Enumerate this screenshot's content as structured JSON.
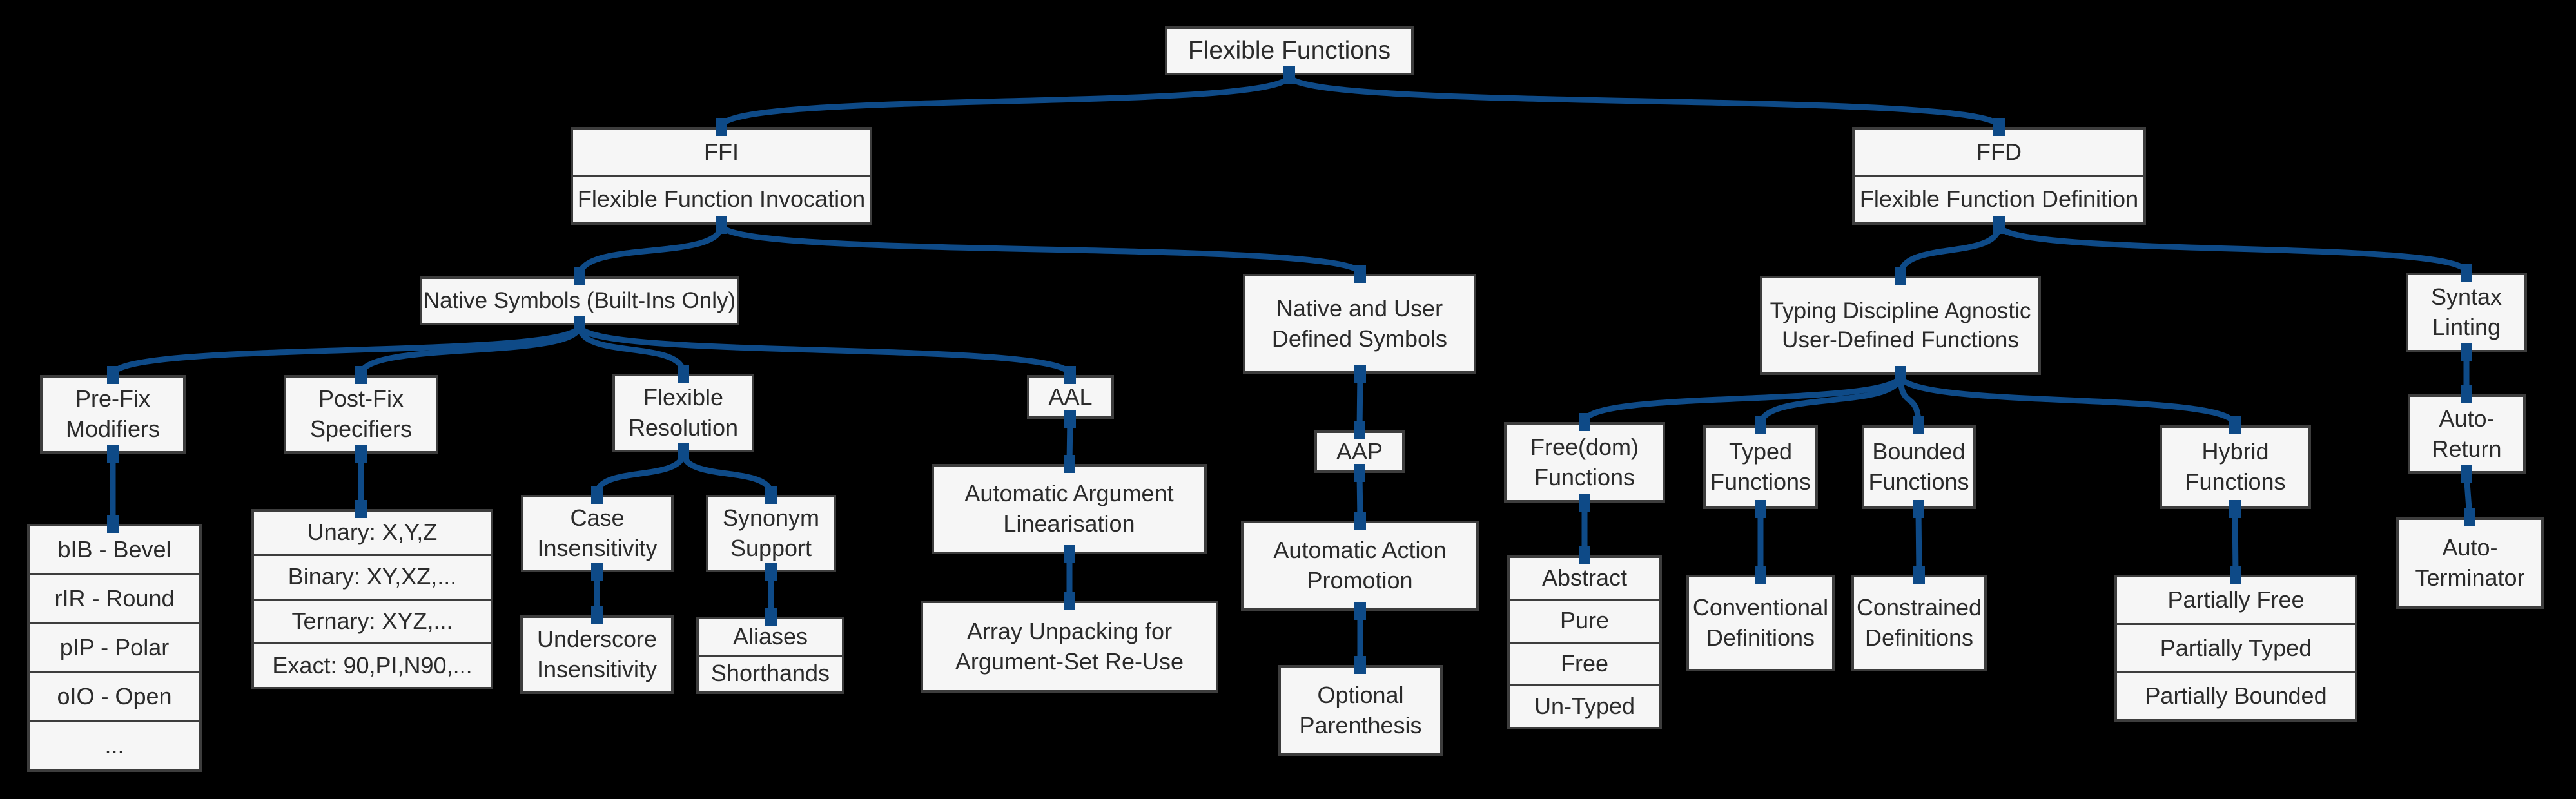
{
  "diagram": {
    "colors": {
      "background": "#000000",
      "edge": "#0e4a87",
      "node_fill": "#f6f6f6",
      "node_border": "#3d3d3d",
      "text": "#2b2b2b"
    },
    "nodes": {
      "root": {
        "label": "Flexible Functions"
      },
      "ffi": {
        "abbr": "FFI",
        "label": "Flexible Function Invocation"
      },
      "ffd": {
        "abbr": "FFD",
        "label": "Flexible Function Definition"
      },
      "native_symbols": {
        "label": "Native Symbols (Built-Ins Only)"
      },
      "native_user_symbols": {
        "label": "Native and User\nDefined Symbols"
      },
      "typing_discipline": {
        "label": "Typing Discipline Agnostic\nUser-Defined Functions"
      },
      "syntax_linting": {
        "label": "Syntax\nLinting"
      },
      "prefix_modifiers": {
        "label": "Pre-Fix\nModifiers"
      },
      "postfix_specifiers": {
        "label": "Post-Fix\nSpecifiers"
      },
      "flexible_resolution": {
        "label": "Flexible\nResolution"
      },
      "aal": {
        "label": "AAL"
      },
      "prefix_list": {
        "items": [
          "bIB - Bevel",
          "rIR - Round",
          "pIP - Polar",
          "oIO - Open",
          "..."
        ]
      },
      "postfix_list": {
        "items": [
          "Unary: X,Y,Z",
          "Binary: XY,XZ,...",
          "Ternary: XYZ,...",
          "Exact: 90,PI,N90,..."
        ]
      },
      "case_insensitivity": {
        "label": "Case\nInsensitivity"
      },
      "synonym_support": {
        "label": "Synonym\nSupport"
      },
      "underscore_insensitivity": {
        "label": "Underscore\nInsensitivity"
      },
      "synonym_list": {
        "items": [
          "Aliases",
          "Shorthands"
        ]
      },
      "automatic_argument_linearisation": {
        "label": "Automatic Argument\nLinearisation"
      },
      "array_unpacking": {
        "label": "Array Unpacking for\nArgument-Set Re-Use"
      },
      "aap": {
        "label": "AAP"
      },
      "automatic_action_promotion": {
        "label": "Automatic Action\nPromotion"
      },
      "optional_parenthesis": {
        "label": "Optional\nParenthesis"
      },
      "freedom_functions": {
        "label": "Free(dom)\nFunctions"
      },
      "freedom_list": {
        "items": [
          "Abstract",
          "Pure",
          "Free",
          "Un-Typed"
        ]
      },
      "typed_functions": {
        "label": "Typed\nFunctions"
      },
      "conventional_definitions": {
        "label": "Conventional\nDefinitions"
      },
      "bounded_functions": {
        "label": "Bounded\nFunctions"
      },
      "constrained_definitions": {
        "label": "Constrained\nDefinitions"
      },
      "hybrid_functions": {
        "label": "Hybrid\nFunctions"
      },
      "hybrid_list": {
        "items": [
          "Partially Free",
          "Partially Typed",
          "Partially Bounded"
        ]
      },
      "auto_return": {
        "label": "Auto-\nReturn"
      },
      "auto_terminator": {
        "label": "Auto-\nTerminator"
      }
    }
  }
}
